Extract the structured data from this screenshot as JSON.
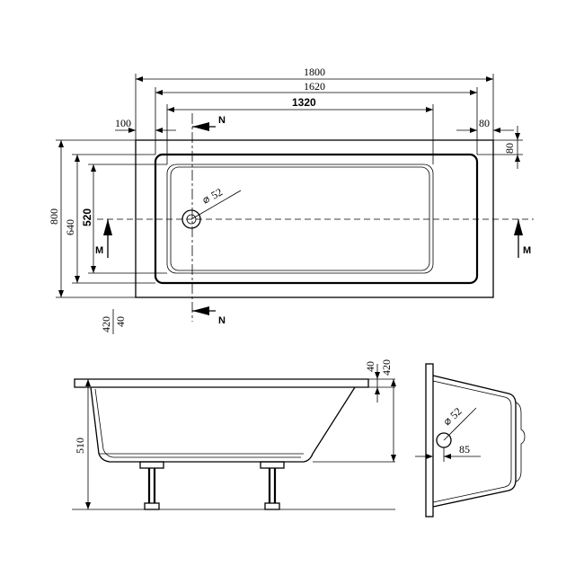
{
  "top_view": {
    "dimensions": {
      "overall_length": "1800",
      "inner_length": "1620",
      "bottom_length": "1320",
      "left_rim": "100",
      "right_rim": "80",
      "right_rim_vertical": "80",
      "overall_width": "800",
      "inner_width": "640",
      "bottom_width": "520",
      "offset_a": "420",
      "offset_b": "40"
    },
    "drain_label": "52",
    "section_labels": {
      "n_top": "N",
      "n_bottom": "N",
      "m_left": "M",
      "m_right": "M"
    }
  },
  "side_view": {
    "dimensions": {
      "height": "510",
      "rim_thickness": "40",
      "depth": "420"
    }
  },
  "end_view": {
    "drain_label": "52",
    "drain_offset": "85"
  }
}
